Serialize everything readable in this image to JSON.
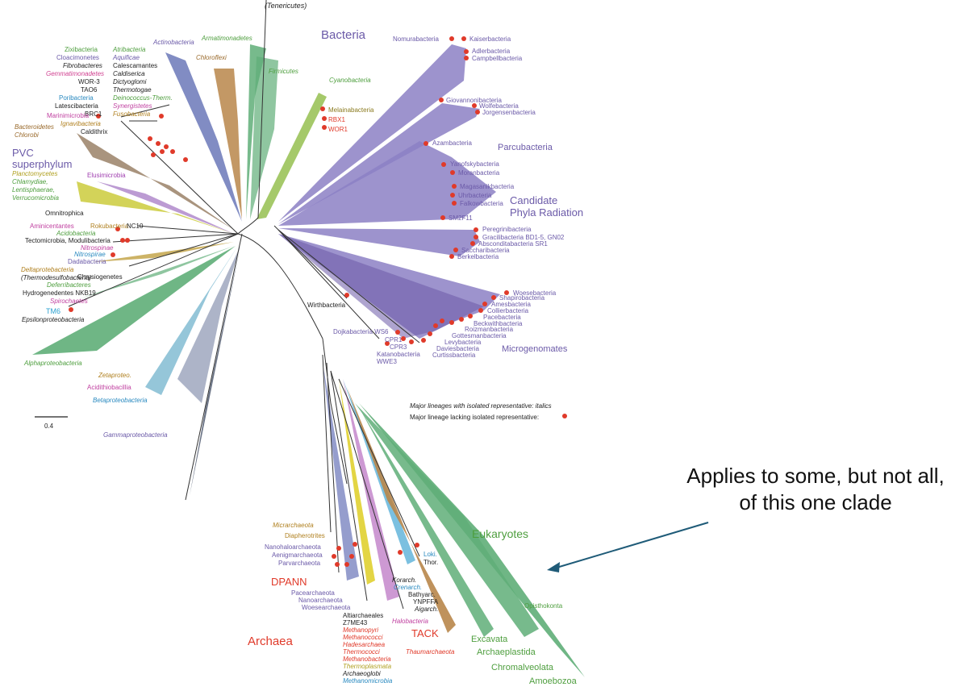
{
  "colors": {
    "purple": "#6b5aa8",
    "purple_fill": "#8c80c4",
    "green": "#4e9e3e",
    "green_fill": "#5fae78",
    "red": "#e03a2a",
    "brown": "#9a6a2c",
    "olive": "#8a7a1e",
    "blue": "#2a8ac0",
    "teal_arrow": "#1f5b78",
    "black": "#222222",
    "grey_fill": "#5a6478"
  },
  "title_bacteria": "Bacteria",
  "title_archaea": "Archaea",
  "title_eukaryotes": "Eukaryotes",
  "top_label": "(Tenericutes)",
  "scale_label": "0.4",
  "legend": {
    "isolated": "Major lineages with isolated representative: italics",
    "lacking": "Major lineage lacking isolated representative:"
  },
  "annotation": {
    "line1": "Applies to some, but not all,",
    "line2": "of this one clade"
  },
  "groups": {
    "cpr": [
      "Candidate",
      "Phyla Radiation"
    ],
    "parcubacteria": "Parcubacteria",
    "microgenomates": "Microgenomates",
    "pvc": [
      "PVC",
      "superphylum"
    ],
    "dpann": "DPANN",
    "tack": "TACK"
  },
  "labels": {
    "actinobacteria": "Actinobacteria",
    "armatimonadetes": "Armatimonadetes",
    "chloroflexi": "Chloroflexi",
    "firmicutes": "Firmicutes",
    "cyanobacteria": "Cyanobacteria",
    "melainabacteria": "Melainabacteria",
    "rbx1": "RBX1",
    "wor1": "WOR1",
    "zixibacteria": "Zixibacteria",
    "cloacimonetes": "Cloacimonetes",
    "fibrobacteres": "Fibrobacteres",
    "gemmatimonadetes": "Gemmatimonadetes",
    "wor3": "WOR-3",
    "tao6": "TAO6",
    "poribacteria": "Poribacteria",
    "latescibacteria": "Latescibacteria",
    "brc1": "BRC1",
    "atribacteria": "Atribacteria",
    "aquificae": "Aquificae",
    "calescamantes": "Calescamantes",
    "caldiserica": "Caldiserica",
    "dictyoglomi": "Dictyoglomi",
    "thermotogae": "Thermotogae",
    "deinococcus": "Deinococcus-Therm.",
    "synergistetes": "Synergistetes",
    "fusobacteria": "Fusobacteria",
    "marinimicrobia": "Marinimicrobia",
    "ignavibacteria": "Ignavibacteria",
    "caldithrix": "Caldithrix",
    "bacteroidetes": "Bacteroidetes",
    "chlorobi": "Chlorobi",
    "planctomycetes": "Planctomycetes",
    "chlamydiae": "Chlamydiae,",
    "lentisphaerae": "Lentisphaerae,",
    "verrucomicrobia": "Verrucomicrobia",
    "elusimicrobia": "Elusimicrobia",
    "omnitrophica": "Omnitrophica",
    "aminicentantes": "Aminicentantes",
    "rokubacteria": "Rokubacteria",
    "nc10": "NC10",
    "acidobacteria": "Acidobacteria",
    "tectomicrobia": "Tectomicrobia, Modulibacteria",
    "nitrospinae": "Nitrospinae",
    "nitrospirae": "Nitrospirae",
    "dadabacteria": "Dadabacteria",
    "deltaproteobacteria": "Deltaprotebacteria",
    "thermodesulfobacteria": "(Thermodesulfobacteria)",
    "chrysiogenetes": "Chrysiogenetes",
    "deferribacteres": "Deferribacteres",
    "hydrogenedentes": "Hydrogenedentes NKB19",
    "spirochaetes": "Spirochaetes",
    "tm6": "TM6",
    "epsilonproteobacteria": "Epsilonproteobacteria",
    "alphaproteobacteria": "Alphaproteobacteria",
    "zetaproteo": "Zetaproteo.",
    "acidithiobacillia": "Acidithiobacillia",
    "betaproteobacteria": "Betaproteobacteria",
    "gammaproteobacteria": "Gammaproteobacteria",
    "nomurabacteria": "Nomurabacteria",
    "kaiserbacteria": "Kaiserbacteria",
    "adlerbacteria": "Adlerbacteria",
    "campbellbacteria": "Campbellbacteria",
    "giovannonibacteria": "Giovannonibacteria",
    "wolfebacteria": "Wolfebacteria",
    "jorgensenbacteria": "Jorgensenbacteria",
    "azambacteria": "Azambacteria",
    "yanofskybacteria": "Yanofskybacteria",
    "moranbacteria": "Moranbacteria",
    "magasanikbacteria": "Magasanikbacteria",
    "uhrbacteria": "Uhrbacteria",
    "falkowbacteria": "Falkowbacteria",
    "sm2f11": "SM2F11",
    "peregrinibacteria": "Peregrinibacteria",
    "gracilibacteria": "Gracilibacteria BD1-5, GN02",
    "absconditabacteria": "Absconditabacteria SR1",
    "saccharibacteria": "Saccharibacteria",
    "berkelbacteria": "Berkelbacteria",
    "woesebacteria": "Woesebacteria",
    "shapirobacteria": "Shapirobacteria",
    "amesbacteria": "Amesbacteria",
    "collierbacteria": "Collierbacteria",
    "pacebacteria": "Pacebacteria",
    "beckwithbacteria": "Beckwithbacteria",
    "roizmanbacteria": "Roizmanbacteria",
    "gottesmanbacteria": "Gottesmanbacteria",
    "levybacteria": "Levybacteria",
    "daviesbacteria": "Daviesbacteria",
    "curtissbacteria": "Curtissbacteria",
    "dojkabacteria": "Dojkabacteria WS6",
    "cpr1": "CPR1",
    "cpr3": "CPR3",
    "katanobacteria": "Katanobacteria",
    "wwe3": "WWE3",
    "wirthbacteria": "Wirthbacteria",
    "micrarchaeota": "Micrarchaeota",
    "diapherotrites": "Diapherotrites",
    "nanohaloarchaeota": "Nanohaloarchaeota",
    "aenigmarchaeota": "Aenigmarchaeota",
    "parvarchaeota": "Parvarchaeota",
    "pacearchaeota": "Pacearchaeota",
    "nanoarchaeota": "Nanoarchaeota",
    "woesearchaeota": "Woesearchaeota",
    "altiarchaeales": "Altiarchaeales",
    "z7me43": "Z7ME43",
    "methanopyri": "Methanopyri",
    "methanococci": "Methanococci",
    "hadesarchaea": "Hadesarchaea",
    "thermococci": "Thermococci",
    "methanobacteria": "Methanobacteria",
    "thermoplasmata": "Thermoplasmata",
    "archaeoglobi": "Archaeoglobi",
    "methanomicrobia": "Methanomicrobia",
    "korarch": "Korarch.",
    "crenarch": "Crenarch.",
    "bathyarc": "Bathyarc.",
    "ynpffa": "YNPFFA",
    "aigarch": "Aigarch.",
    "halobacteria": "Halobacteria",
    "thaumarchaeota": "Thaumarchaeota",
    "loki": "Loki.",
    "thor": "Thor.",
    "opisthokonta": "Opisthokonta",
    "excavata": "Excavata",
    "archaeplastida": "Archaeplastida",
    "chromalveolata": "Chromalveolata",
    "amoebozoa": "Amoebozoa"
  }
}
